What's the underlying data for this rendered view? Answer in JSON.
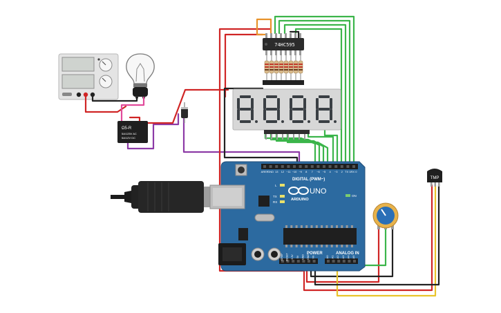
{
  "shift_register": {
    "label": "74HC595"
  },
  "arduino": {
    "brand": "ARDUINO",
    "model": "UNO",
    "digital_header": "DIGITAL (PWM~)",
    "power_header": "POWER",
    "analog_header": "ANALOG IN",
    "on_label": "ON",
    "tx_label": "TX",
    "rx_label": "RX",
    "l_label": "L",
    "digital_pins": [
      "AREF",
      "GND",
      "13",
      "12",
      "~11",
      "~10",
      "~9",
      "8",
      "7",
      "~6",
      "~5",
      "4",
      "~3",
      "2",
      "TX 1",
      "RX 0"
    ],
    "power_pins": [
      "IOREF",
      "RESET",
      "3.3V",
      "5V",
      "GND",
      "GND",
      "Vin"
    ],
    "analog_pins": [
      "A0",
      "A1",
      "A2",
      "A3",
      "A4",
      "A5"
    ]
  },
  "relay": {
    "brand": "Ω5-R",
    "line1": "5A/125V AC",
    "line2": "5A/12V DC"
  },
  "temperature_sensor": {
    "label": "TMP"
  },
  "colors": {
    "board": "#2c6aa0",
    "wire_red": "#d02525",
    "wire_black": "#222222",
    "wire_green": "#3bb54a",
    "wire_orange": "#e8922a",
    "wire_purple": "#8c3aa6",
    "wire_yellow": "#e9c42b",
    "wire_gray": "#8a8a8a"
  }
}
